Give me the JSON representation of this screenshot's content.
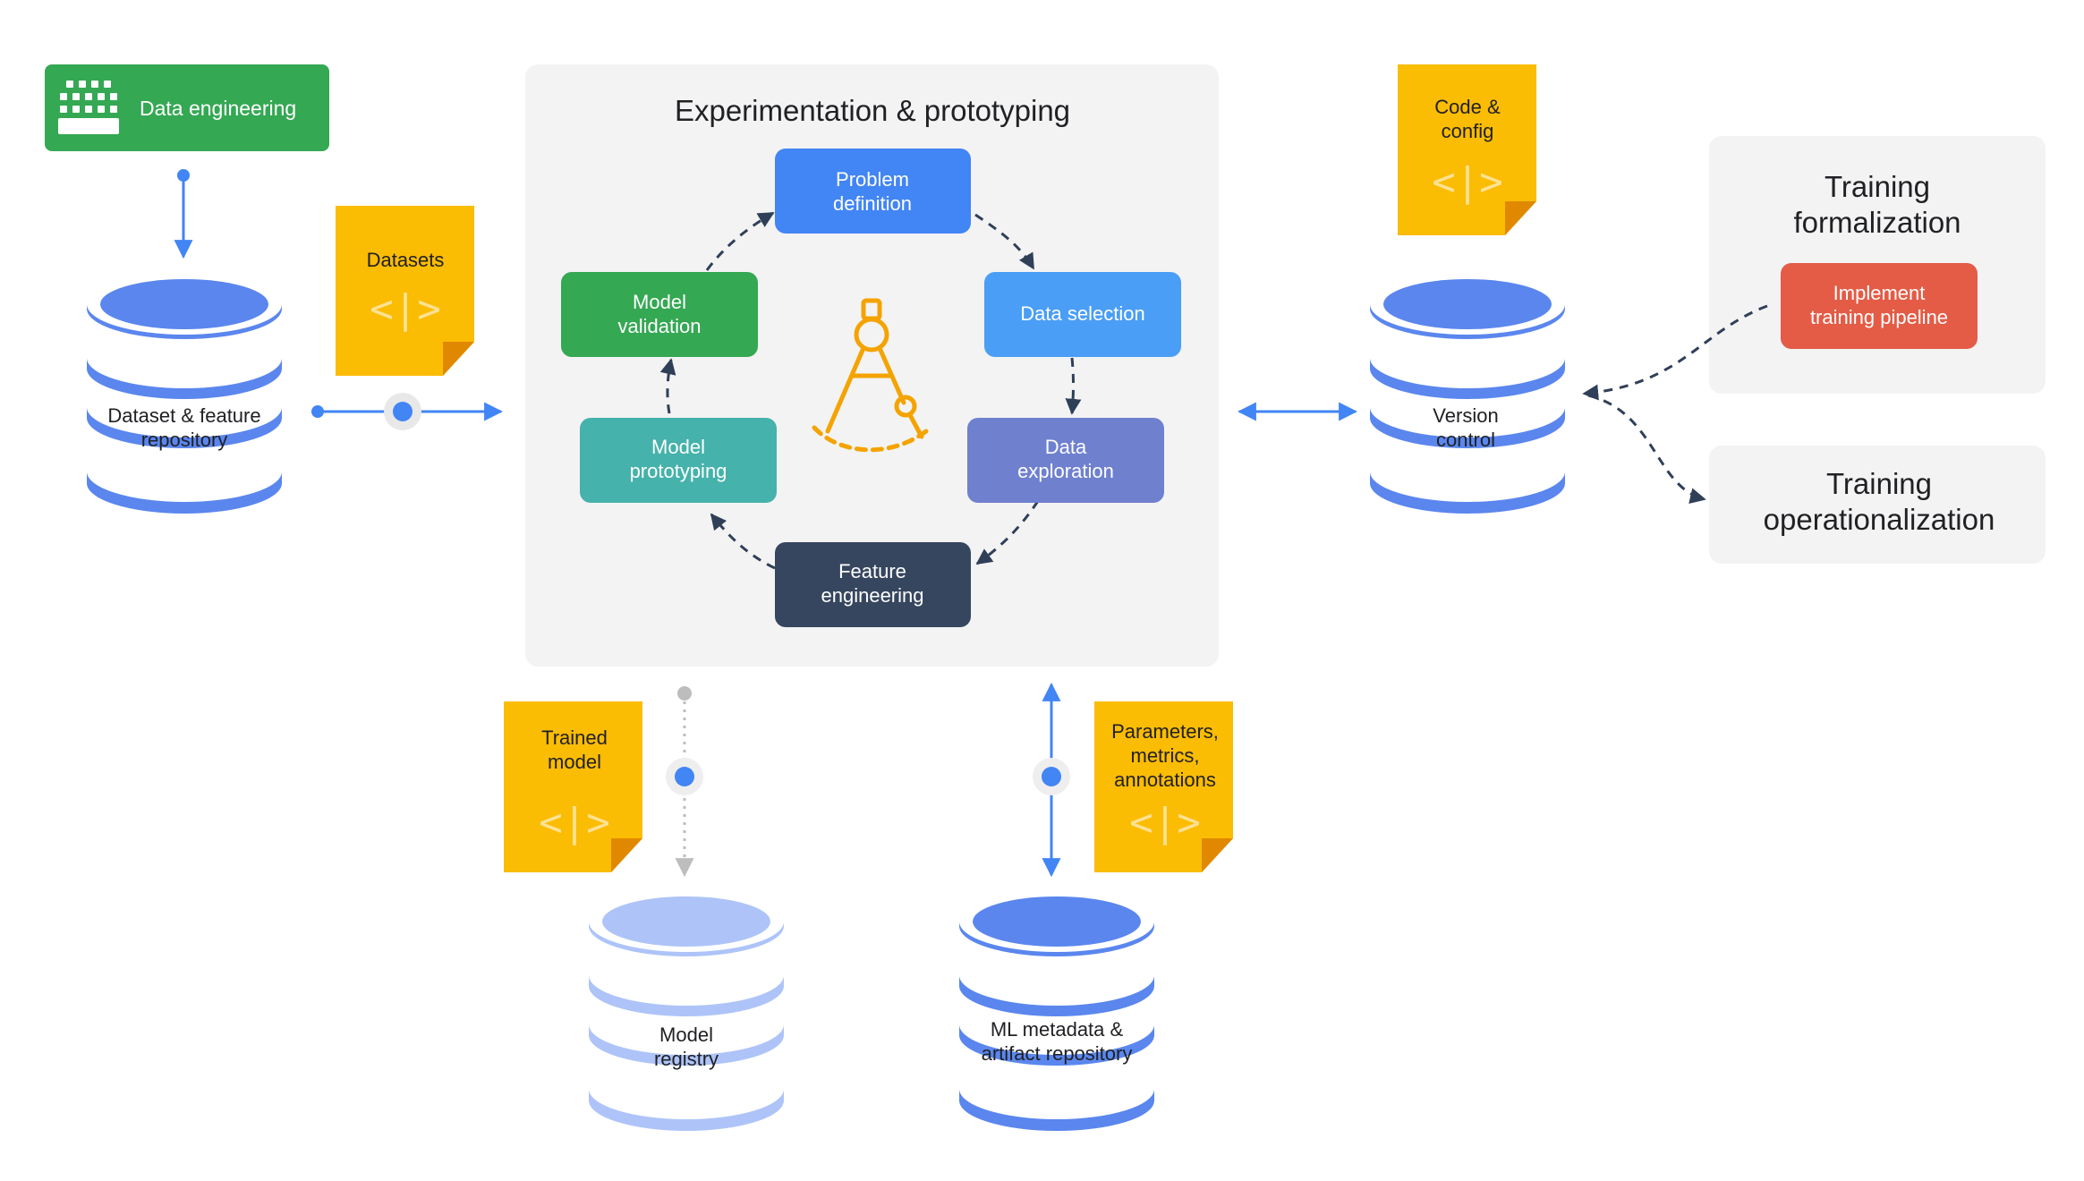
{
  "title": "Experimentation & prototyping",
  "data_engineering": "Data engineering",
  "cycle": {
    "problem_definition": [
      "Problem",
      "definition"
    ],
    "data_selection": [
      "Data selection"
    ],
    "data_exploration": [
      "Data",
      "exploration"
    ],
    "feature_engineering": [
      "Feature",
      "engineering"
    ],
    "model_prototyping": [
      "Model",
      "prototyping"
    ],
    "model_validation": [
      "Model",
      "validation"
    ]
  },
  "databases": {
    "dataset_repo": [
      "Dataset & feature",
      "repository"
    ],
    "version_control": [
      "Version",
      "control"
    ],
    "model_registry": [
      "Model",
      "registry"
    ],
    "ml_metadata": [
      "ML metadata &",
      "artifact repository"
    ]
  },
  "notes": {
    "datasets": [
      "Datasets"
    ],
    "code_config": [
      "Code &",
      "config"
    ],
    "trained_model": [
      "Trained",
      "model"
    ],
    "parameters": [
      "Parameters,",
      "metrics,",
      "annotations"
    ],
    "code_symbol": "<|>"
  },
  "training": {
    "formalization": [
      "Training",
      "formalization"
    ],
    "implement": [
      "Implement",
      "training pipeline"
    ],
    "operationalization": [
      "Training",
      "operationalization"
    ]
  },
  "colors": {
    "green": "#34a853",
    "blue": "#4285f4",
    "yellow": "#fbbc04",
    "red": "#ea4335",
    "panel": "#f3f3f3",
    "dark": "#3c4858"
  },
  "icons": [
    "keyboard-icon",
    "compass-icon",
    "code-icon"
  ]
}
